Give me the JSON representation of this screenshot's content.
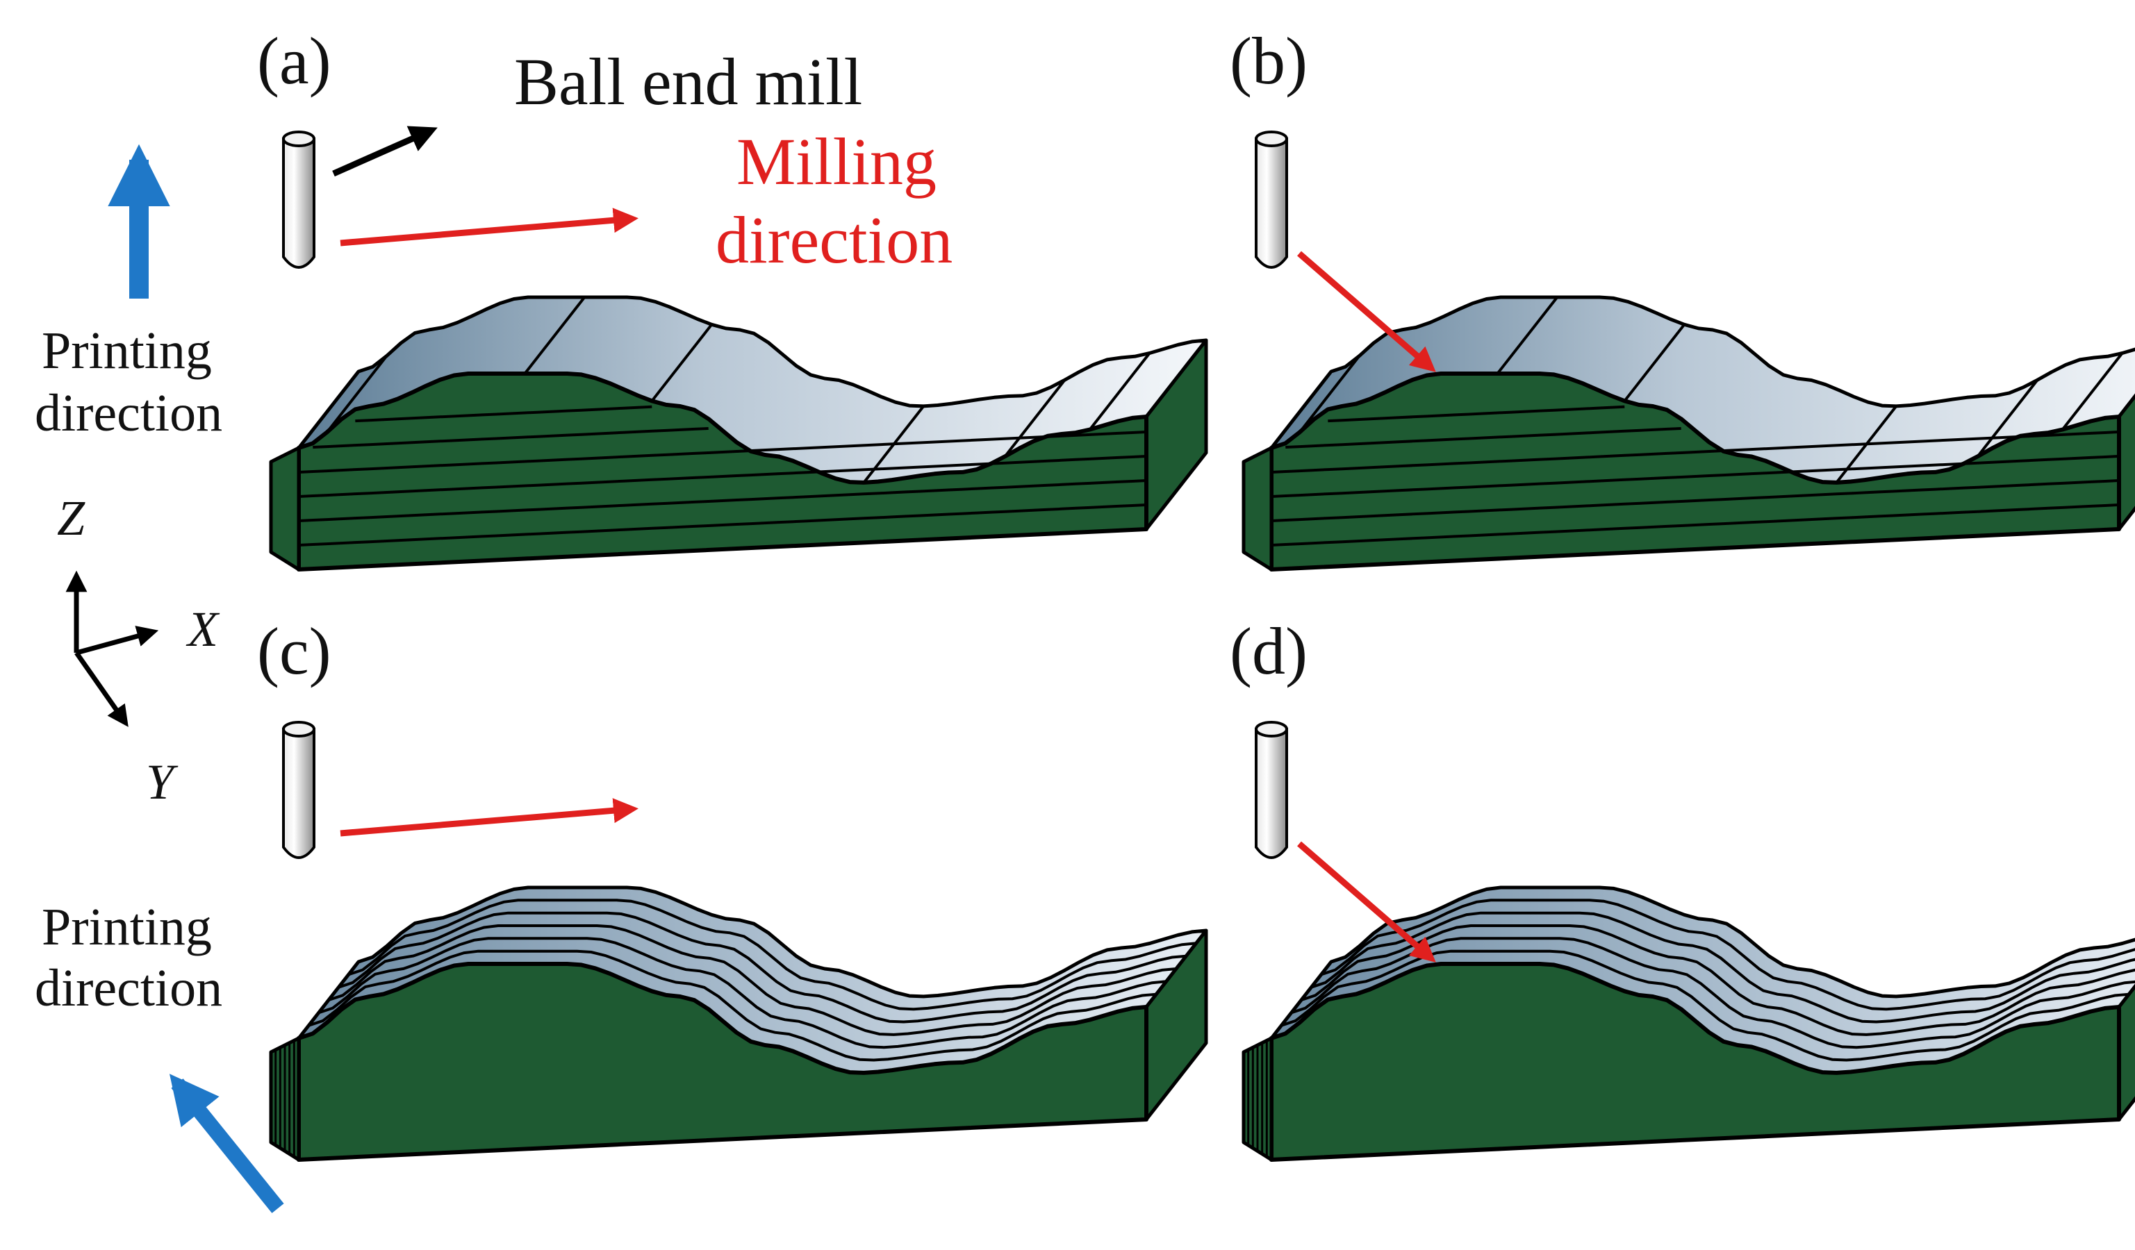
{
  "panels": [
    {
      "label": "(a)",
      "milling": "along",
      "layers": "horizontal"
    },
    {
      "label": "(b)",
      "milling": "across",
      "layers": "horizontal"
    },
    {
      "label": "(c)",
      "milling": "along",
      "layers": "vertical"
    },
    {
      "label": "(d)",
      "milling": "across",
      "layers": "vertical"
    }
  ],
  "annotations": {
    "tool": "Ball end mill",
    "milling_line1": "Milling",
    "milling_line2": "direction",
    "printing_top_line1": "Printing",
    "printing_top_line2": "direction",
    "printing_bottom_line1": "Printing",
    "printing_bottom_line2": "direction"
  },
  "axes": {
    "z": "Z",
    "x": "X",
    "y": "Y"
  },
  "colors": {
    "green_face": "#1e5a32",
    "metal_light": "#eef2f6",
    "metal_dark": "#5d7d96",
    "milling_arrow": "#e0201e",
    "printing_arrow": "#1f78c8",
    "outline": "#000000"
  },
  "icons": [
    "ball-end-mill-icon",
    "milling-direction-arrow-icon",
    "printing-direction-arrow-icon",
    "axis-triad-icon"
  ]
}
